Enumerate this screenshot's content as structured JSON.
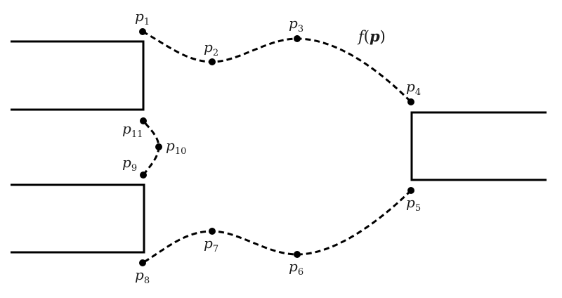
{
  "diagram": {
    "title_label": {
      "func": "f",
      "open": "(",
      "arg": "p",
      "close": ")"
    },
    "stroke_color": "#000000",
    "points": [
      {
        "id": "p1",
        "base": "p",
        "sub": "1"
      },
      {
        "id": "p2",
        "base": "p",
        "sub": "2"
      },
      {
        "id": "p3",
        "base": "p",
        "sub": "3"
      },
      {
        "id": "p4",
        "base": "p",
        "sub": "4"
      },
      {
        "id": "p5",
        "base": "p",
        "sub": "5"
      },
      {
        "id": "p6",
        "base": "p",
        "sub": "6"
      },
      {
        "id": "p7",
        "base": "p",
        "sub": "7"
      },
      {
        "id": "p8",
        "base": "p",
        "sub": "8"
      },
      {
        "id": "p9",
        "base": "p",
        "sub": "9"
      },
      {
        "id": "p10",
        "base": "p",
        "sub": "10"
      },
      {
        "id": "p11",
        "base": "p",
        "sub": "11"
      }
    ],
    "curves": [
      {
        "name": "top-curve",
        "through": [
          "p1",
          "p2",
          "p3",
          "p4"
        ]
      },
      {
        "name": "bottom-curve",
        "through": [
          "p5",
          "p6",
          "p7",
          "p8"
        ]
      },
      {
        "name": "middle-curve",
        "through": [
          "p9",
          "p10",
          "p11"
        ]
      }
    ],
    "ports": [
      {
        "name": "port-top-left",
        "side": "left"
      },
      {
        "name": "port-bottom-left",
        "side": "left"
      },
      {
        "name": "port-right",
        "side": "right"
      }
    ]
  }
}
